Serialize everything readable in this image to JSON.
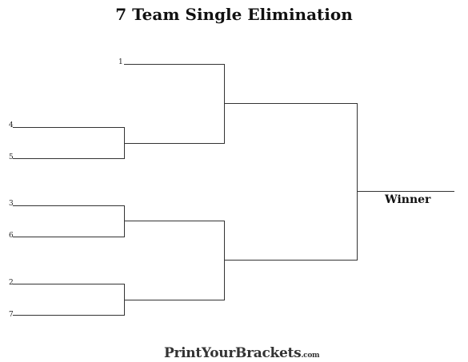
{
  "title": "7 Team Single Elimination",
  "seeds": [
    "1",
    "4",
    "5",
    "3",
    "6",
    "2",
    "7"
  ],
  "winner_label": "Winner",
  "brand": {
    "name": "PrintYourBrackets",
    "suffix": ".com"
  }
}
